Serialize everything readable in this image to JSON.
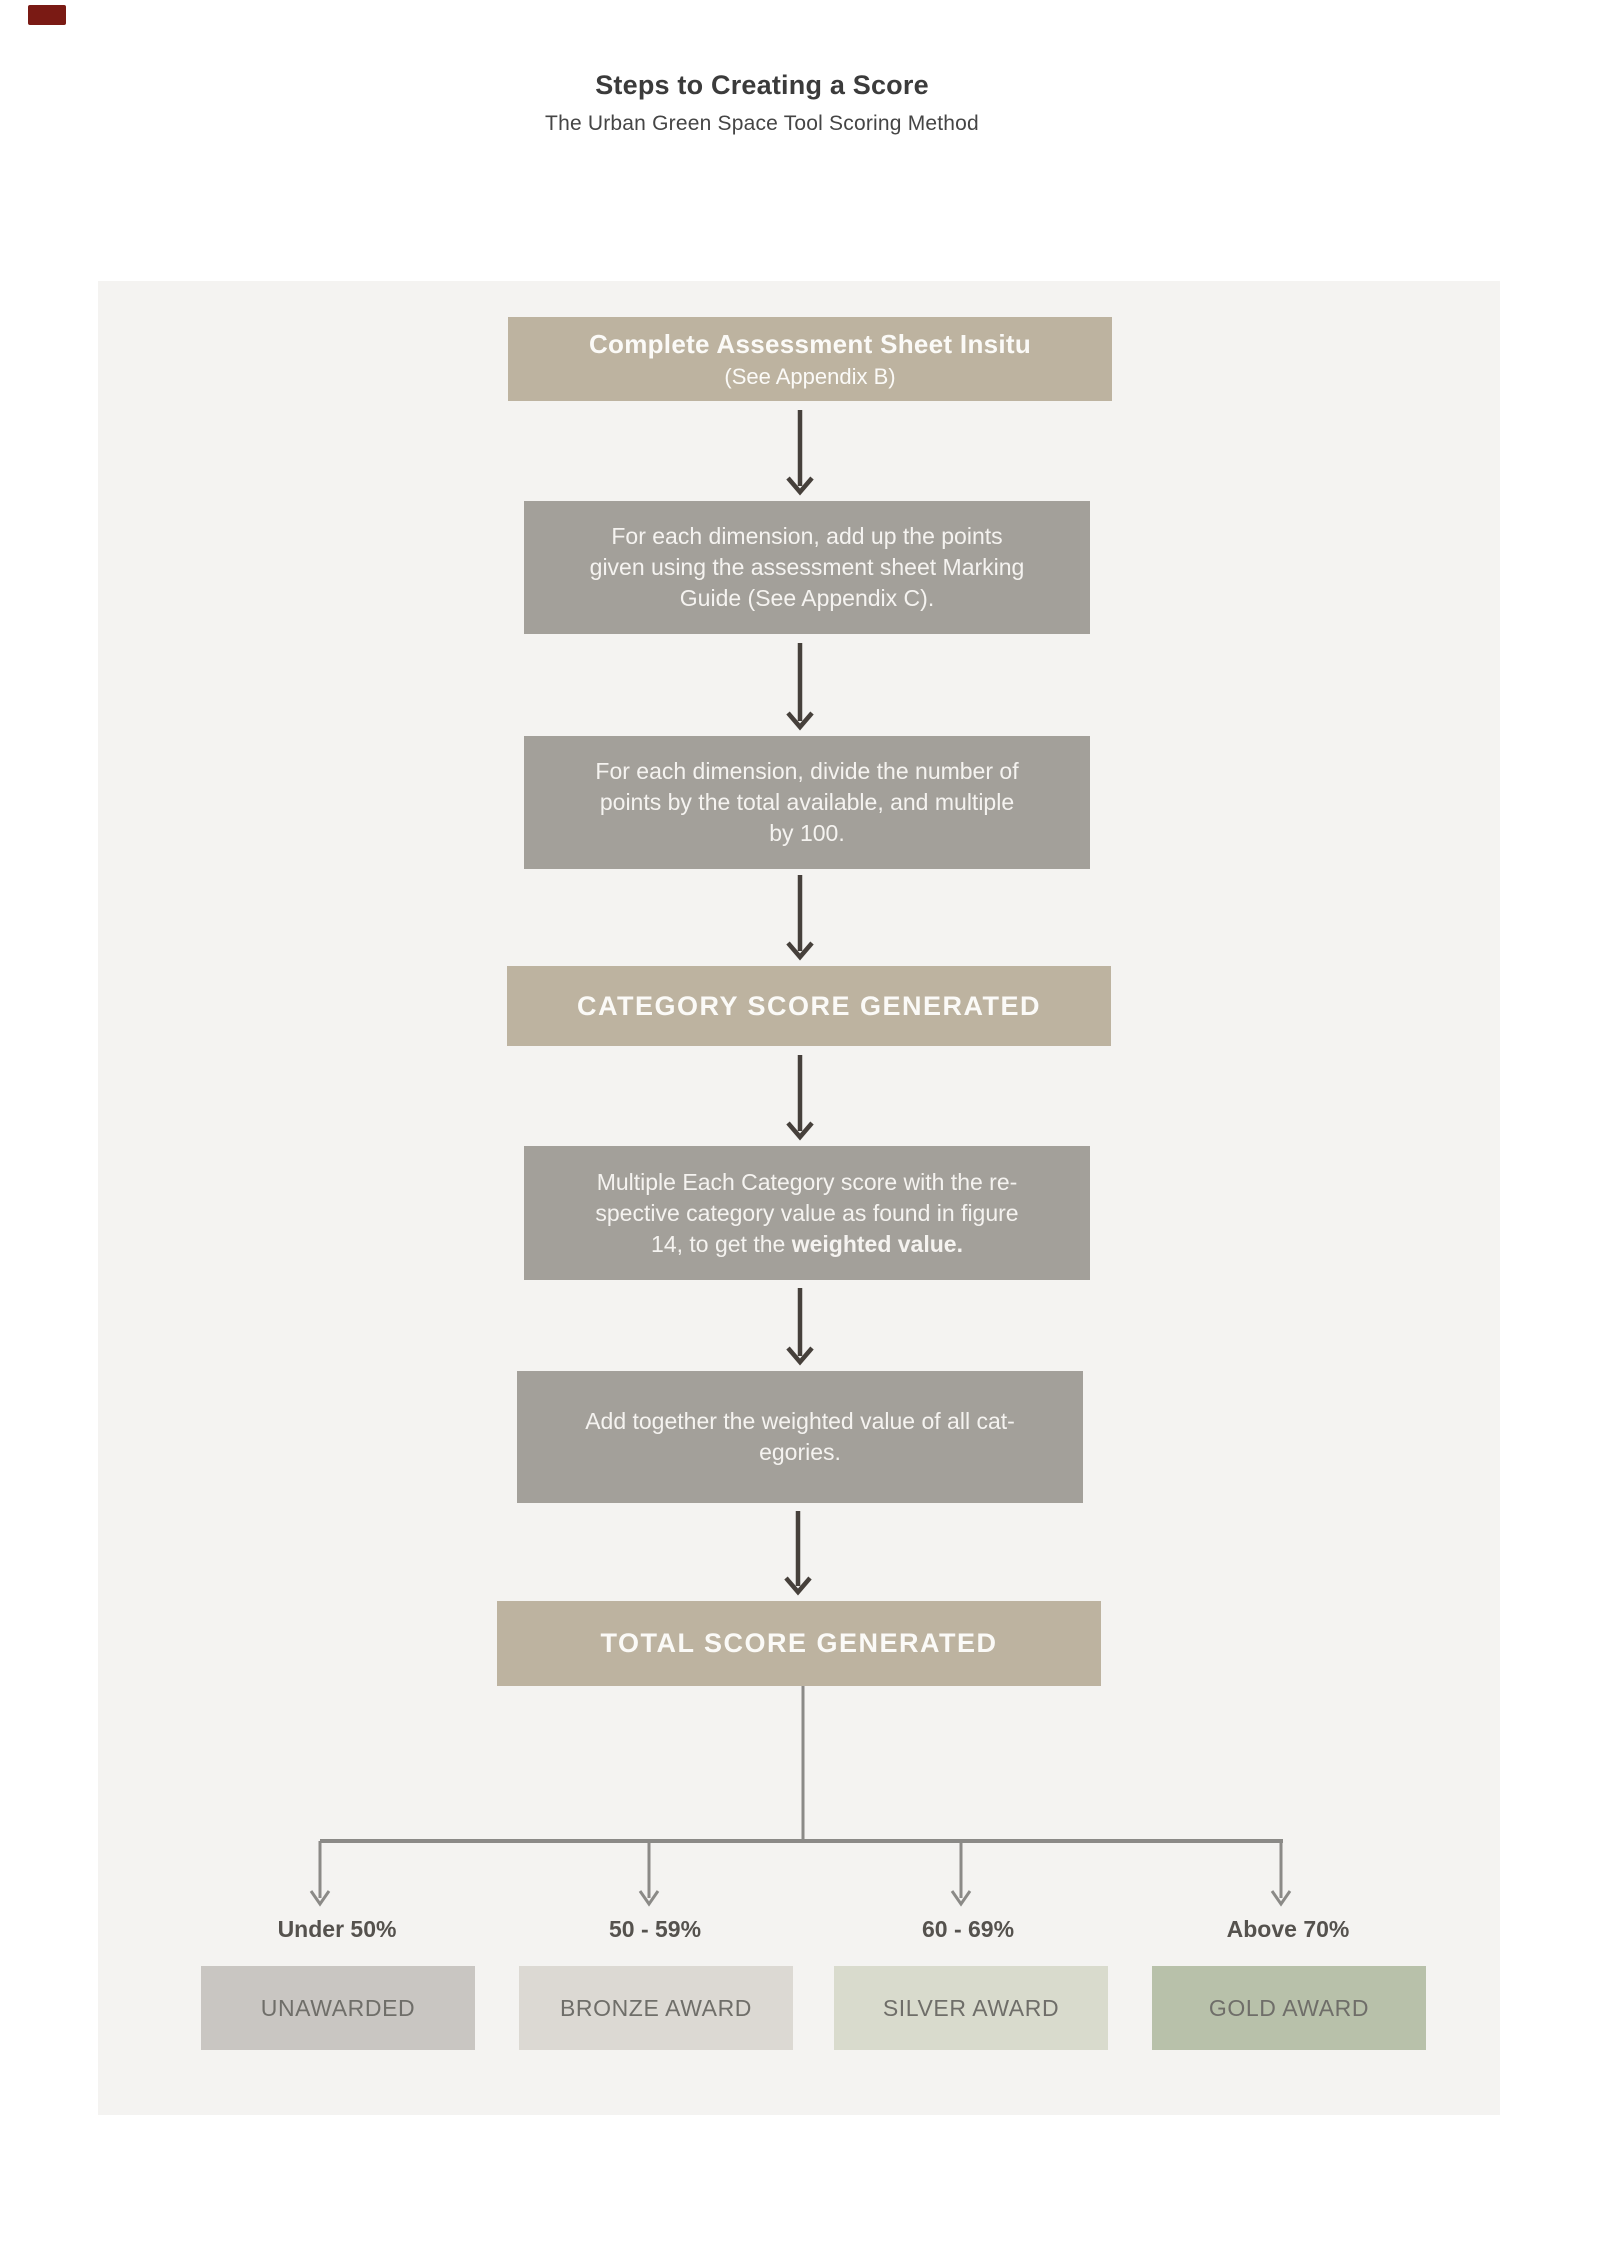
{
  "header": {
    "title": "Steps to Creating a Score",
    "subtitle": "The Urban Green Space Tool Scoring Method"
  },
  "flow": {
    "step1": {
      "title": "Complete Assessment Sheet Insitu",
      "subtitle": "(See Appendix B)"
    },
    "step2": {
      "line1": "For each dimension, add up the points",
      "line2": "given using the assessment sheet Marking",
      "line3": "Guide (See Appendix C)."
    },
    "step3": {
      "line1": "For each dimension, divide the number of",
      "line2": "points by the total available, and multiple",
      "line3": "by 100."
    },
    "step4": {
      "label": "CATEGORY SCORE GENERATED"
    },
    "step5": {
      "line1": "Multiple Each Category score with the re-",
      "line2": "spective category value as found in figure",
      "line3_prefix": "14, to get the ",
      "line3_bold": "weighted value."
    },
    "step6": {
      "line1": "Add together the weighted value of all cat-",
      "line2": "egories."
    },
    "step7": {
      "label": "TOTAL SCORE GENERATED"
    }
  },
  "outcomes": [
    {
      "range": "Under 50%",
      "award": "UNAWARDED",
      "color": "#c9c6c2"
    },
    {
      "range": "50 - 59%",
      "award": "BRONZE AWARD",
      "color": "#dcd9d3"
    },
    {
      "range": "60 - 69%",
      "award": "SILVER AWARD",
      "color": "#d9dbcd"
    },
    {
      "range": "Above 70%",
      "award": "GOLD AWARD",
      "color": "#b8c1aa"
    }
  ],
  "colors": {
    "page_bg": "#ffffff",
    "panel_bg": "#f4f3f1",
    "primary_box_bg": "#bdb3a0",
    "secondary_box_bg": "#a3a09a",
    "box_text": "#ffffff",
    "arrow_dark": "#46403b",
    "branch_line": "#8b8a87",
    "range_label_text": "#55524e",
    "award_text": "#6f6e69",
    "corner_mark": "#7a1a14"
  }
}
